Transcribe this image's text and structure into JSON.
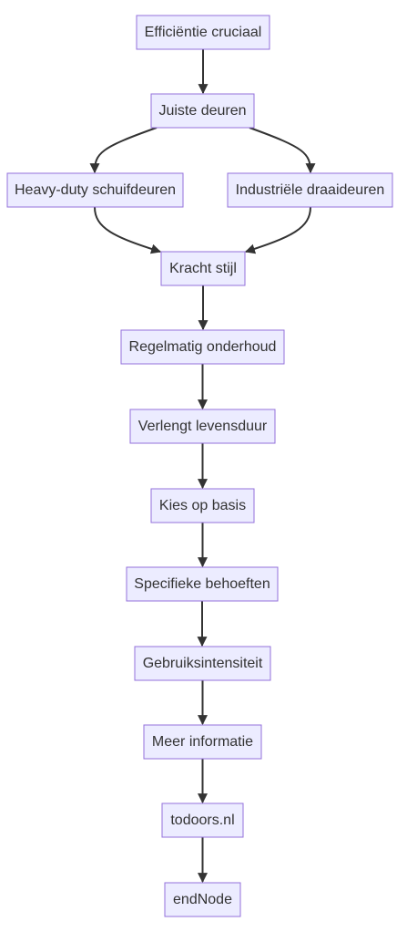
{
  "diagram": {
    "nodes": [
      {
        "id": "n1",
        "label": "Efficiëntie cruciaal"
      },
      {
        "id": "n2",
        "label": "Juiste deuren"
      },
      {
        "id": "n3",
        "label": "Heavy-duty schuifdeuren"
      },
      {
        "id": "n4",
        "label": "Industriële draaideuren"
      },
      {
        "id": "n5",
        "label": "Kracht stijl"
      },
      {
        "id": "n6",
        "label": "Regelmatig onderhoud"
      },
      {
        "id": "n7",
        "label": "Verlengt levensduur"
      },
      {
        "id": "n8",
        "label": "Kies op basis"
      },
      {
        "id": "n9",
        "label": "Specifieke behoeften"
      },
      {
        "id": "n10",
        "label": "Gebruiksintensiteit"
      },
      {
        "id": "n11",
        "label": "Meer informatie"
      },
      {
        "id": "n12",
        "label": "todoors.nl"
      },
      {
        "id": "n13",
        "label": "endNode"
      }
    ],
    "edges": [
      {
        "from": "n1",
        "to": "n2"
      },
      {
        "from": "n2",
        "to": "n3"
      },
      {
        "from": "n2",
        "to": "n4"
      },
      {
        "from": "n3",
        "to": "n5"
      },
      {
        "from": "n4",
        "to": "n5"
      },
      {
        "from": "n5",
        "to": "n6"
      },
      {
        "from": "n6",
        "to": "n7"
      },
      {
        "from": "n7",
        "to": "n8"
      },
      {
        "from": "n8",
        "to": "n9"
      },
      {
        "from": "n9",
        "to": "n10"
      },
      {
        "from": "n10",
        "to": "n11"
      },
      {
        "from": "n11",
        "to": "n12"
      },
      {
        "from": "n12",
        "to": "n13"
      }
    ],
    "colors": {
      "node_fill": "#ECECFF",
      "node_stroke": "#9370DB",
      "text": "#333333",
      "edge": "#333333"
    }
  }
}
